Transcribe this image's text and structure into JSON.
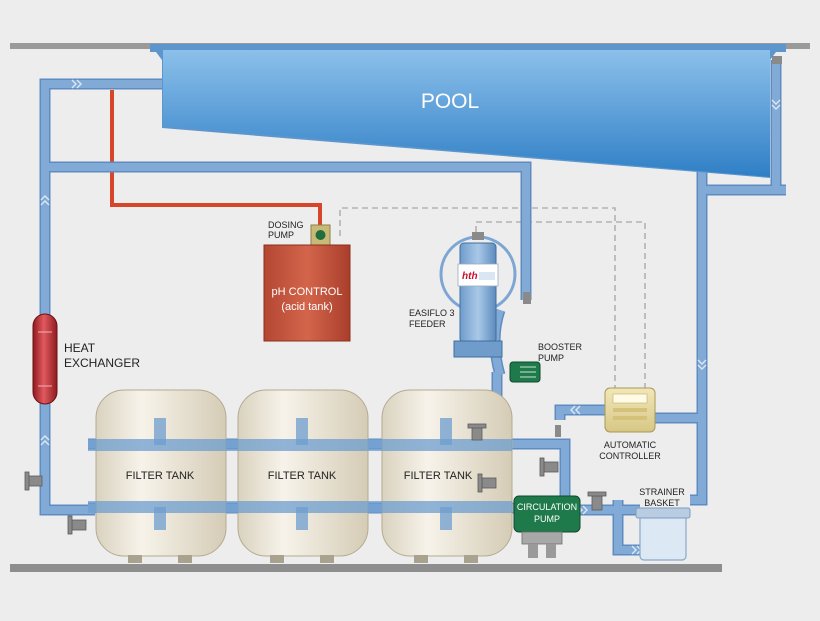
{
  "labels": {
    "pool": "POOL",
    "dosing_pump": [
      "DOSING",
      "PUMP"
    ],
    "ph_control": [
      "pH CONTROL",
      "(acid tank)"
    ],
    "heat_exchanger": [
      "HEAT",
      "EXCHANGER"
    ],
    "feeder": [
      "EASIFLO 3",
      "FEEDER"
    ],
    "feeder_brand": "hth",
    "booster_pump": [
      "BOOSTER",
      "PUMP"
    ],
    "automatic_controller": [
      "AUTOMATIC",
      "CONTROLLER"
    ],
    "strainer_basket": [
      "STRAINER",
      "BASKET"
    ],
    "circulation_pump": [
      "CIRCULATION",
      "PUMP"
    ],
    "filter_tanks": [
      "FILTER TANK",
      "FILTER TANK",
      "FILTER TANK"
    ]
  },
  "colors": {
    "pipe": "#7ea6d3",
    "pipe_edge": "#5f8cc0",
    "pool": "#4a8fd0",
    "acid_line": "#d8462a",
    "acid_tank": "#c8553d",
    "pump_green": "#1e7a4a",
    "tank_fill": "#efe9da",
    "signal_line": "#b3b3b3",
    "heat_exchanger": "#b3262d"
  }
}
